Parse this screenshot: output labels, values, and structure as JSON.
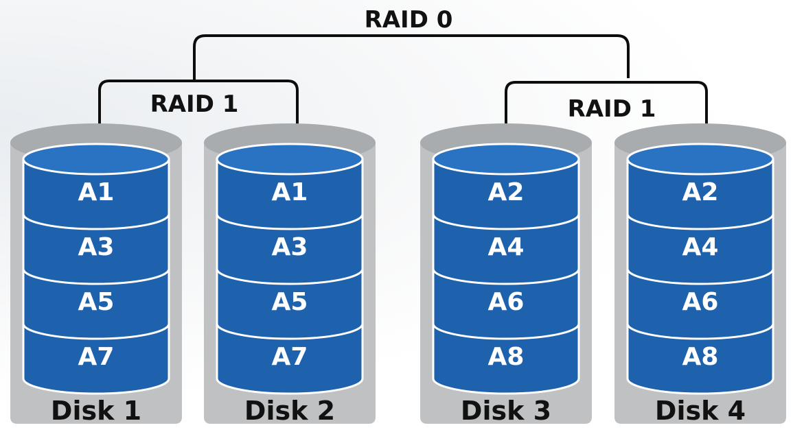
{
  "raid0": {
    "label": "RAID 0"
  },
  "raid1_groups": [
    {
      "label": "RAID 1"
    },
    {
      "label": "RAID 1"
    }
  ],
  "disks": [
    {
      "label": "Disk 1",
      "blocks": [
        "A1",
        "A3",
        "A5",
        "A7"
      ]
    },
    {
      "label": "Disk 2",
      "blocks": [
        "A1",
        "A3",
        "A5",
        "A7"
      ]
    },
    {
      "label": "Disk 3",
      "blocks": [
        "A2",
        "A4",
        "A6",
        "A8"
      ]
    },
    {
      "label": "Disk 4",
      "blocks": [
        "A2",
        "A4",
        "A6",
        "A8"
      ]
    }
  ],
  "colors": {
    "block_fill": "#1e61ad",
    "block_top": "#2a72c2",
    "block_stroke": "#ffffff",
    "disk_casing": "#bfc1c3",
    "connector": "#0d0d0d"
  }
}
